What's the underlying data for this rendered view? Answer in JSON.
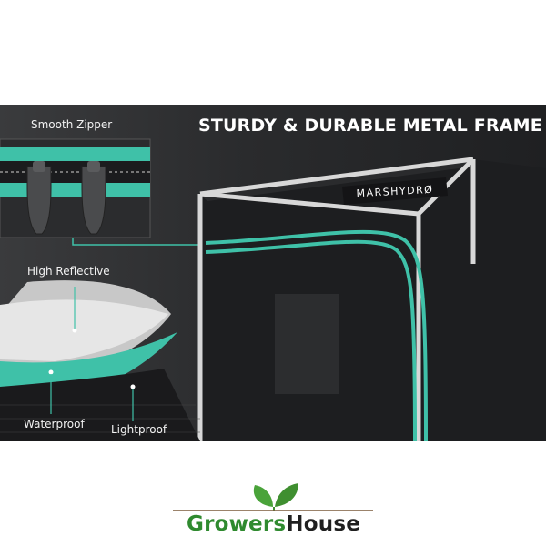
{
  "banner": {
    "headline": "STURDY & DURABLE METAL FRAME",
    "brand_plate": "MARSHYDRØ",
    "labels": {
      "zipper": "Smooth Zipper",
      "reflective": "High Reflective",
      "waterproof": "Waterproof",
      "lightproof": "Lightproof"
    },
    "colors": {
      "accent": "#3fc1a8",
      "frame": "#d8d8d8",
      "background": "#2a2b2d"
    }
  },
  "logo": {
    "part_green": "Growers",
    "part_dark": "House",
    "colors": {
      "green": "#2f8a2f",
      "dark": "#1f1f1f",
      "leaf": "#4aa33a",
      "line": "#7a5a3a"
    }
  }
}
